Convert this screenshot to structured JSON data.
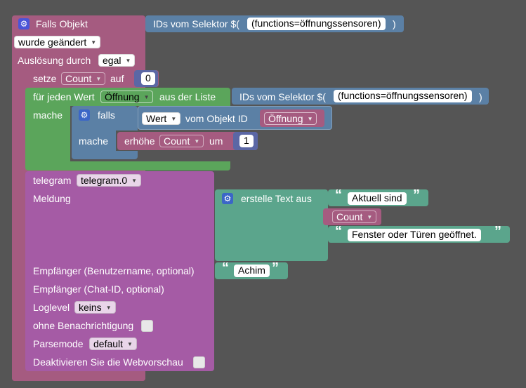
{
  "trigger": {
    "title": "Falls Objekt",
    "change_mode": "wurde geändert",
    "trigger_label": "Auslösung durch",
    "trigger_value": "egal",
    "selector": {
      "label": "IDs vom Selektor $(",
      "value": "(functions=öffnungssensoren)",
      "close": ")"
    }
  },
  "setvar": {
    "label": "setze",
    "variable": "Count",
    "to": "auf",
    "value": "0"
  },
  "foreach": {
    "label": "für jeden Wert",
    "variable": "Öffnung",
    "from_list": "aus der Liste",
    "selector": {
      "label": "IDs vom Selektor $(",
      "value": "(functions=öffnungssensoren)",
      "close": ")"
    },
    "do": "mache"
  },
  "if_block": {
    "label": "falls",
    "do": "mache",
    "value_label": "Wert",
    "object_label": "vom Objekt ID",
    "object_var": "Öffnung",
    "increment": {
      "label": "erhöhe",
      "variable": "Count",
      "by": "um",
      "value": "1"
    }
  },
  "telegram": {
    "label": "telegram",
    "instance": "telegram.0",
    "message_label": "Meldung",
    "text_join": "erstelle Text aus",
    "text_parts": [
      "Aktuell sind",
      "Count",
      "Fenster oder Türen geöffnet."
    ],
    "recipient_label": "Empfänger (Benutzername, optional)",
    "recipient_value": "Achim",
    "chat_id_label": "Empfänger (Chat-ID, optional)",
    "loglevel_label": "Loglevel",
    "loglevel_value": "keins",
    "silent_label": "ohne Benachrichtigung",
    "parsemode_label": "Parsemode",
    "parsemode_value": "default",
    "webpreview_label": "Deaktivieren Sie die Webvorschau"
  },
  "icons": {
    "gear": "gear-icon",
    "quote_open": "“",
    "quote_close": "”",
    "dropdown": "▼"
  },
  "colors": {
    "background": "#555555",
    "trigger": "#a55b80",
    "selector": "#5b80a5",
    "foreach": "#5ba55b",
    "logic": "#5b80a5",
    "variable": "#a55b80",
    "telegram": "#a55ba5",
    "text": "#5ba58c"
  }
}
